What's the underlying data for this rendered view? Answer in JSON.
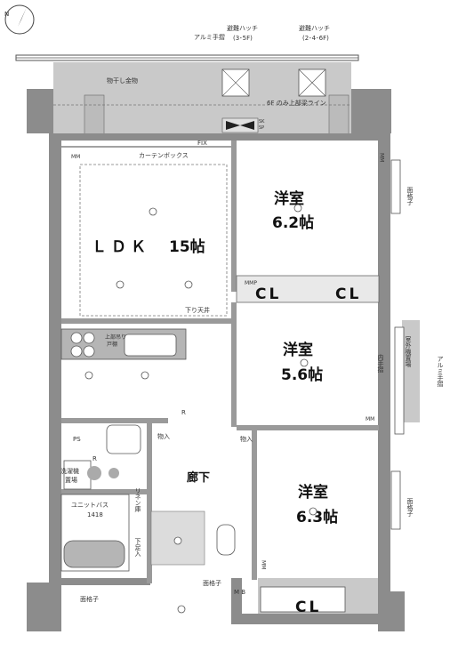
{
  "compass": {
    "label": "N"
  },
  "exterior": {
    "handrail_top": "アルミ手摺",
    "hatch_35": "避難ハッチ",
    "hatch_35_floors": "(3･5F)",
    "hatch_246": "避難ハッチ",
    "hatch_246_floors": "(2･4･6F)",
    "drying_rack": "物干し金物",
    "beam_line": "6F のみ上部梁ライン",
    "handrail_right": "アルミ手摺",
    "lattice_right_top": "面格子",
    "lattice_right_bottom": "面格子",
    "lattice_bottom_left": "面格子",
    "lattice_bottom_mid": "面格子",
    "outdoor_unit": "室外機置場",
    "inner_handrail": "内手摺",
    "sk_label": "SK",
    "sk_label_sub": "SP"
  },
  "rooms": {
    "ldk": "ＬＤＫ",
    "ldk_size": "15帖",
    "western1": "洋室",
    "western1_size": "6.2帖",
    "western2": "洋室",
    "western2_size": "5.6帖",
    "western3": "洋室",
    "western3_size": "6.3帖",
    "corridor": "廊下"
  },
  "closets": {
    "cl1": "CL",
    "cl2": "CL",
    "cl3": "CL"
  },
  "labels": {
    "fix": "FIX",
    "curtain_box": "カーテンボックス",
    "lowered_ceiling": "下り天井",
    "cabinet": "上部吊り",
    "cabinet2": "戸棚",
    "storage1": "物入",
    "storage2": "物入",
    "ps": "PS",
    "washer": "洗濯機",
    "washer2": "置場",
    "unit_bath": "ユニットバス",
    "unit_bath_size": "1418",
    "linen": "リネン庫",
    "shoe": "下足入",
    "mb": "M B",
    "mm": "MM",
    "mmp": "MMP",
    "r": "R"
  }
}
